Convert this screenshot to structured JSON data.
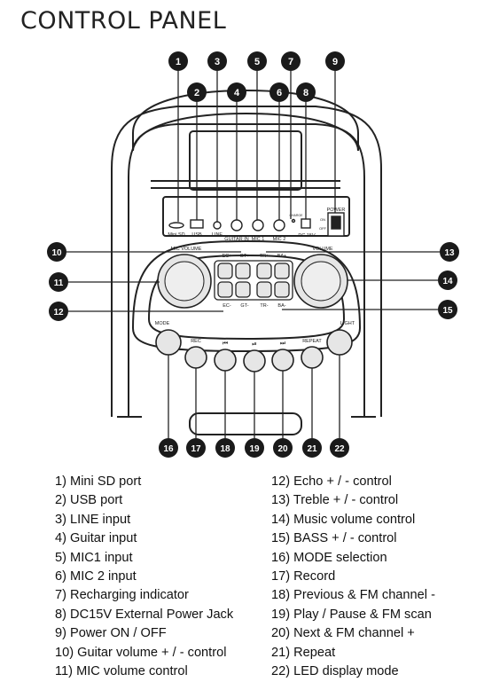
{
  "title": "CONTROL PANEL",
  "panel_labels": {
    "mini_sd": "Mini SD",
    "usb": "USB",
    "line": "LINE",
    "guitar_in": "GUITAR IN",
    "mic1": "MIC 1",
    "mic2": "MIC 2",
    "charge": "CHARGE",
    "dc15v": "DC 15V",
    "power": "POWER",
    "on": "ON",
    "off": "OFF",
    "mic_volume": "MIC VOLUME",
    "volume": "VOLUME",
    "ec_plus": "EC+",
    "gt_plus": "GT+",
    "tr_plus": "TR+",
    "ba_plus": "BA+",
    "ec_minus": "EC-",
    "gt_minus": "GT-",
    "tr_minus": "TR-",
    "ba_minus": "BA-",
    "mode": "MODE",
    "rec": "REC",
    "prev": "⏮",
    "play": "⏯",
    "next": "⏭",
    "repeat": "REPEAT",
    "light": "LIGHT"
  },
  "callouts": [
    "1",
    "2",
    "3",
    "4",
    "5",
    "6",
    "7",
    "8",
    "9",
    "10",
    "11",
    "12",
    "13",
    "14",
    "15",
    "16",
    "17",
    "18",
    "19",
    "20",
    "21",
    "22"
  ],
  "legend_left": [
    "1) Mini SD port",
    "2) USB port",
    "3) LINE input",
    "4) Guitar input",
    "5) MIC1 input",
    "6) MIC 2 input",
    "7) Recharging indicator",
    "8) DC15V External Power Jack",
    "9) Power ON / OFF",
    "10) Guitar volume + / - control",
    "11) MIC volume control"
  ],
  "legend_right": [
    "12) Echo + / - control",
    "13) Treble + / - control",
    "14) Music volume control",
    "15) BASS + / - control",
    "16) MODE selection",
    "17) Record",
    "18) Previous & FM channel -",
    "19) Play / Pause & FM scan",
    "20) Next & FM channel +",
    "21) Repeat",
    "22) LED display mode"
  ]
}
